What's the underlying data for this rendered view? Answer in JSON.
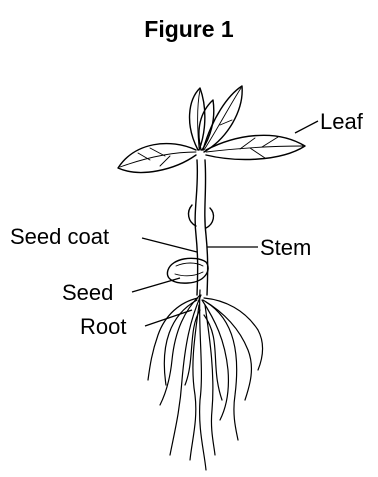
{
  "title": "Figure 1",
  "labels": {
    "leaf": "Leaf",
    "stem": "Stem",
    "seed_coat": "Seed coat",
    "seed": "Seed",
    "root": "Root"
  }
}
